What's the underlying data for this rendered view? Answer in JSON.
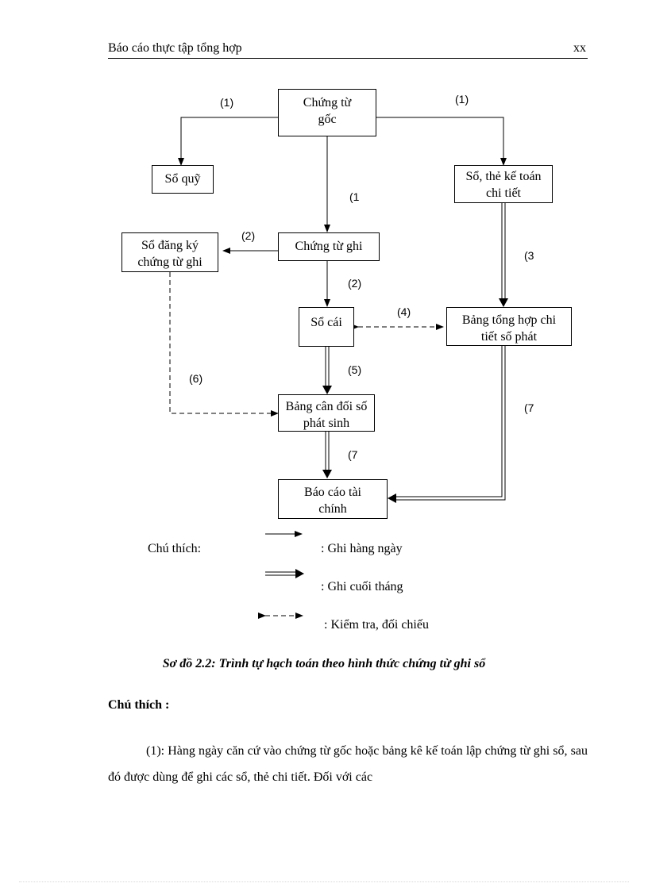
{
  "header": {
    "title": "Báo cáo thực tập tổng hợp",
    "page": "xx"
  },
  "diagram": {
    "boxes": {
      "chung_tu_goc": "Chứng từ gốc",
      "so_quy": "Sổ quỹ",
      "so_the_ke_toan": "Sổ, thẻ kế toán chi tiết",
      "so_dang_ky": "Sổ đăng ký chứng từ ghi",
      "chung_tu_ghi": "Chứng từ ghi",
      "so_cai": "Sổ cái",
      "bang_tong_hop": "Bảng tổng hợp chi tiết số phát",
      "bang_can_doi": "Bảng cân đối số phát sinh",
      "bao_cao": "Báo cáo tài chính"
    },
    "labels": {
      "l1_left": "(1)",
      "l1_right": "(1)",
      "l1_center": "(1",
      "l2_left": "(2)",
      "l2_down": "(2)",
      "l3": "(3",
      "l4": "(4)",
      "l5": "(5)",
      "l6": "(6)",
      "l7_right": "(7",
      "l7_center": "(7"
    }
  },
  "legend": {
    "title": "Chú thích:",
    "daily": ": Ghi hàng ngày",
    "month_end": ": Ghi cuối tháng",
    "check": ": Kiểm tra, đối chiếu"
  },
  "caption": "Sơ đồ 2.2: Trình tự hạch toán theo hình thức chứng từ ghi sổ",
  "notes": {
    "heading": "Chú thích :",
    "paragraph": "(1): Hàng ngày căn cứ vào chứng từ gốc hoặc bảng kê kế toán lập chứng từ ghi sổ, sau đó được dùng để ghi các sổ, thẻ chi tiết. Đối với các"
  }
}
